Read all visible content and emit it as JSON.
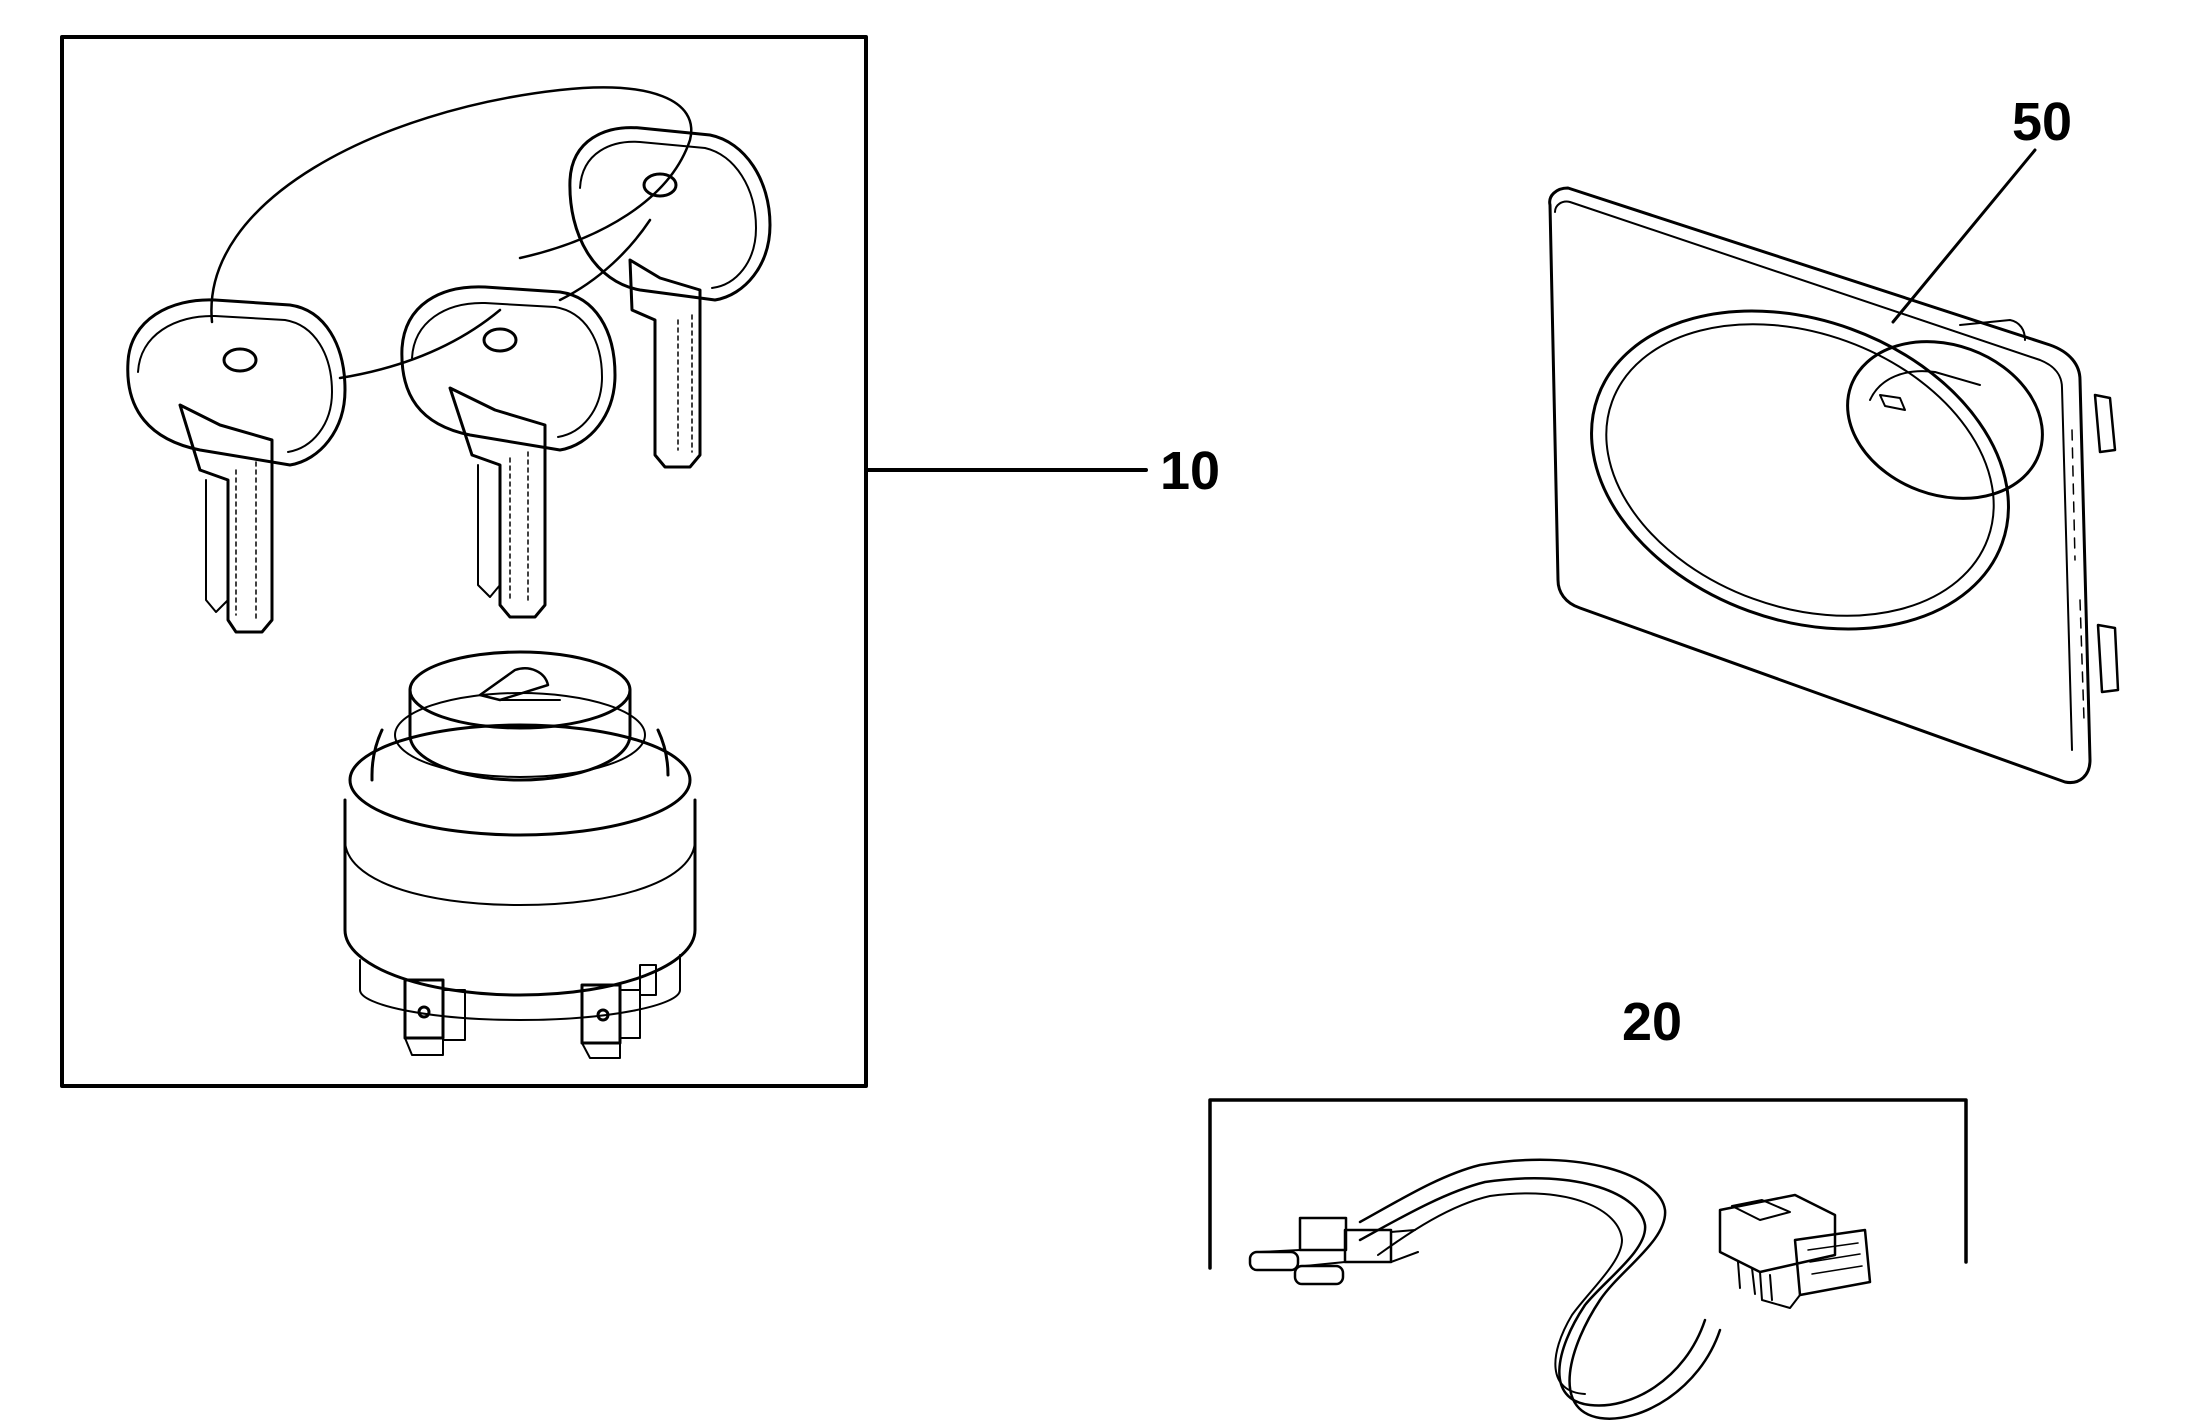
{
  "diagram": {
    "callouts": {
      "key_switch_kit": "10",
      "wire_harness": "20",
      "bezel": "50"
    },
    "colors": {
      "ink": "#000000",
      "paper": "#ffffff"
    }
  }
}
